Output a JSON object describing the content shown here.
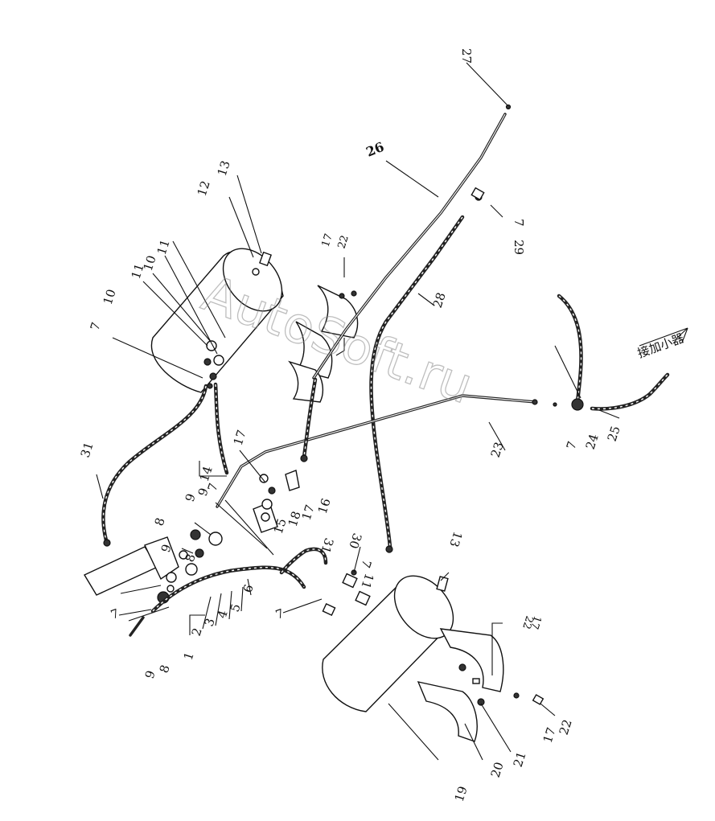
{
  "watermark": "AutoSoft.ru",
  "annotation_cjk": "接加小器",
  "labels": {
    "p1": "1",
    "p2": "2",
    "p3": "3",
    "p4": "4",
    "p5": "5",
    "p6": "6",
    "p7a": "7",
    "p7b": "7",
    "p7c": "7",
    "p7d": "7",
    "p7e": "7",
    "p7f": "7",
    "p7g": "7",
    "p8a": "8",
    "p8b": "8",
    "p8c": "8",
    "p9a": "9",
    "p9b": "9",
    "p9c": "9",
    "p10": "10",
    "p10b": "10",
    "p11a": "11",
    "p11b": "11",
    "p11c": "11",
    "p12": "12",
    "p13a": "13",
    "p13b": "13",
    "p14": "14",
    "p15": "15",
    "p16": "16",
    "p17a": "17",
    "p17b": "17",
    "p17c": "17",
    "p17d": "17",
    "p18": "18",
    "p19": "19",
    "p20": "20",
    "p21": "21",
    "p22a": "22",
    "p22b": "22",
    "p22c": "22",
    "p23": "23",
    "p24": "24",
    "p25": "25",
    "p26": "26",
    "p27": "27",
    "p28": "28",
    "p29": "29",
    "p30": "30",
    "p31a": "31",
    "p31b": "31"
  }
}
